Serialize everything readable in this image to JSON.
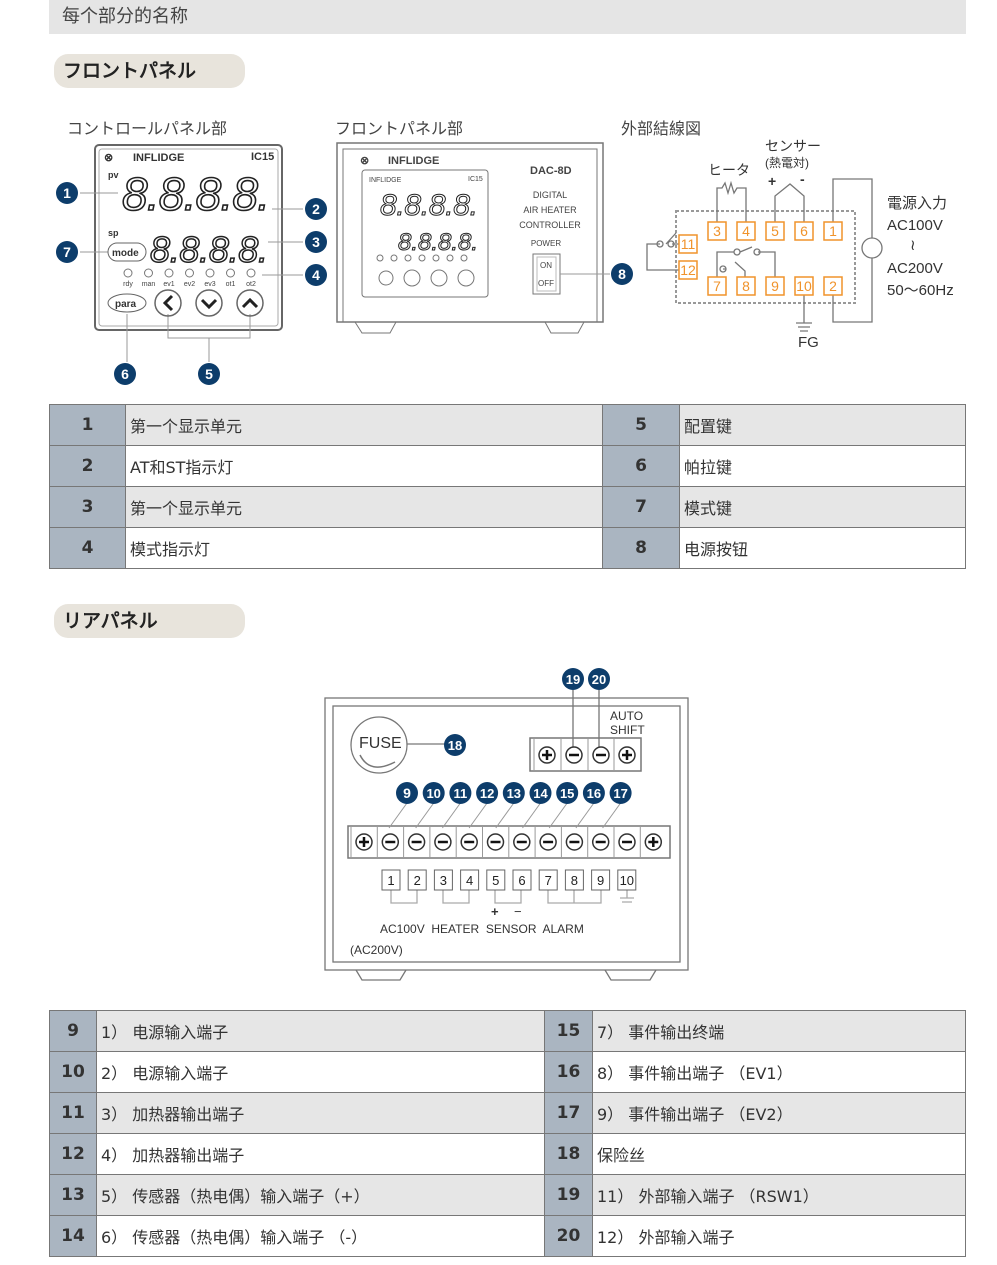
{
  "header": "每个部分的名称",
  "section1": "フロントパネル",
  "section2": "リアパネル",
  "captions": {
    "control": "コントロールパネル部",
    "front": "フロントパネル部",
    "wiring": "外部結線図"
  },
  "panel": {
    "brand": "INFLIDGE",
    "model": "IC15",
    "pv": "pv",
    "sp": "sp",
    "digits": "8.8.8.8.",
    "mode": "mode",
    "para": "para",
    "leds": [
      "rdy",
      "man",
      "ev1",
      "ev2",
      "ev3",
      "ot1",
      "ot2"
    ]
  },
  "front": {
    "model": "DAC-8D",
    "desc": [
      "DIGITAL",
      "AIR HEATER",
      "CONTROLLER"
    ],
    "power": "POWER",
    "on": "ON",
    "off": "OFF"
  },
  "wiring": {
    "heater": "ヒータ",
    "sensor": "センサー",
    "sensor_sub": "(熱電対)",
    "plus": "+",
    "minus": "-",
    "power": [
      "電源入力",
      "AC100V",
      "≀",
      "AC200V",
      "50〜60Hz"
    ],
    "fg": "FG",
    "terminals_top": [
      "3",
      "4",
      "5",
      "6",
      "1"
    ],
    "terminals_left": [
      "11",
      "12"
    ],
    "terminals_bottom": [
      "7",
      "8",
      "9",
      "10",
      "2"
    ]
  },
  "callouts_front": [
    "1",
    "2",
    "3",
    "4",
    "5",
    "6",
    "7",
    "8"
  ],
  "rear": {
    "fuse": "FUSE",
    "auto": "AUTO",
    "shift": "SHIFT",
    "terminals": [
      "1",
      "2",
      "3",
      "4",
      "5",
      "6",
      "7",
      "8",
      "9",
      "10"
    ],
    "labels": "AC100V  HEATER  SENSOR  ALARM",
    "ac200": "(AC200V)",
    "plus": "+",
    "minus": "−",
    "callouts": [
      "9",
      "10",
      "11",
      "12",
      "13",
      "14",
      "15",
      "16",
      "17",
      "18",
      "19",
      "20"
    ]
  },
  "table1": [
    [
      "1",
      "第一个显示单元",
      "5",
      "配置键"
    ],
    [
      "2",
      "AT和ST指示灯",
      "6",
      "帕拉键"
    ],
    [
      "3",
      "第一个显示单元",
      "7",
      "模式键"
    ],
    [
      "4",
      "模式指示灯",
      "8",
      "电源按钮"
    ]
  ],
  "table2": [
    [
      "9",
      "1）  电源输入端子",
      "15",
      "7）  事件输出终端"
    ],
    [
      "10",
      "2）  电源输入端子",
      "16",
      "8）  事件输出端子  （EV1）"
    ],
    [
      "11",
      "3）  加热器输出端子",
      "17",
      "9）  事件输出端子  （EV2）"
    ],
    [
      "12",
      "4）  加热器输出端子",
      "18",
      "保险丝"
    ],
    [
      "13",
      "5）  传感器（热电偶）输入端子（+）",
      "19",
      "11）  外部输入端子  （RSW1）"
    ],
    [
      "14",
      "6）  传感器（热电偶）输入端子  （-）",
      "20",
      "12）  外部输入端子"
    ]
  ],
  "colors": {
    "callout": "#0d3d6b",
    "terminal": "#f0932b",
    "num_cell": "#aab5c1"
  }
}
